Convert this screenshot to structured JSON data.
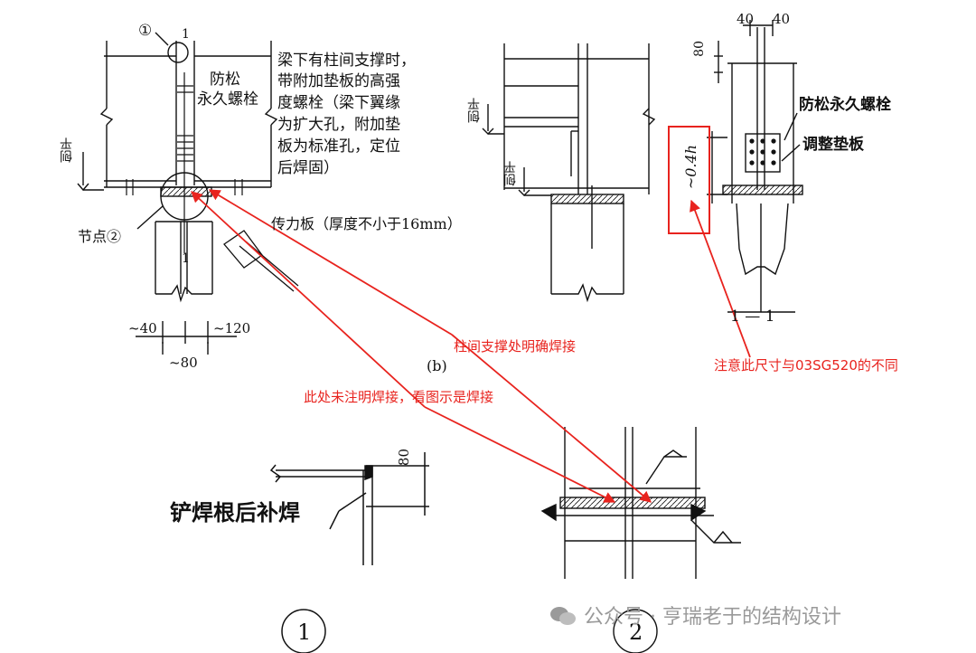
{
  "figure_b": {
    "marker": "(b)",
    "node1": "①",
    "node2_label": "节点②",
    "section_mark": "1",
    "planed_flat": "刨平",
    "anti_loose_bolt": [
      "防松",
      "永久螺栓"
    ],
    "bracing_note": [
      "梁下有柱间支撑时，",
      "带附加垫板的高强",
      "度螺栓（梁下翼缘",
      "为扩大孔，附加垫",
      "板为标准孔，定位",
      "后焊固）"
    ],
    "force_plate": "传力板（厚度不小于16mm）",
    "dims": {
      "d40": "~40",
      "d120": "~120",
      "d80": "~80"
    }
  },
  "section_1_1": {
    "dims_top": [
      "40",
      "40"
    ],
    "dim_80": "80",
    "dim_h": "~0.4h",
    "anti_loose_bolt": "防松永久螺栓",
    "shim": "调整垫板",
    "section_label": "1 — 1"
  },
  "annotations": {
    "bracing_weld": "柱间支撑处明确焊接",
    "not_marked_weld": "此处未注明焊接，看图示是焊接",
    "dimension_diff": "注意此尺寸与03SG520的不同"
  },
  "detail_1": {
    "dim": "80",
    "weld_note": "铲焊根后补焊",
    "label": "1"
  },
  "detail_2": {
    "label": "2"
  },
  "watermark": "公众号 · 亨瑞老于的结构设计",
  "colors": {
    "annotation_red": "#e8231e",
    "line": "#111111",
    "watermark": "#9a9a9a"
  }
}
